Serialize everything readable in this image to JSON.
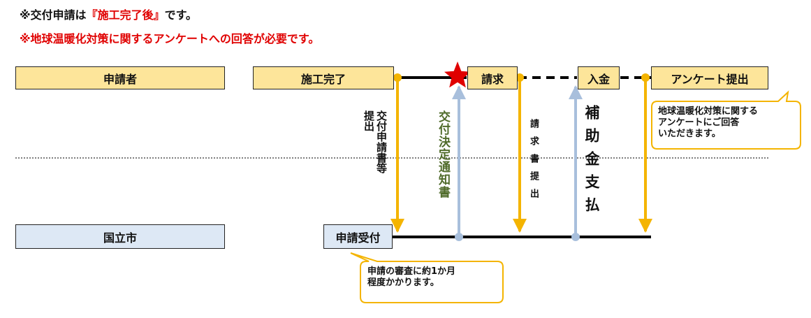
{
  "notes": {
    "note1_prefix": "※交付申請は",
    "note1_highlight": "『施工完了後』",
    "note1_suffix": "です。",
    "note2": "※地球温暖化対策に関するアンケートへの回答が必要です。"
  },
  "lanes": {
    "applicant": "申請者",
    "city": "国立市"
  },
  "steps": {
    "construction_complete": "施工完了",
    "invoice": "請求",
    "payment": "入金",
    "survey_submit": "アンケート提出",
    "application_received": "申請受付"
  },
  "arrows": {
    "submit_docs_col1": "交付",
    "submit_docs_col1_rest": "申請書等",
    "submit_docs_col2": "提出",
    "decision_notice": "交付決定通知書",
    "invoice_submit": "請求書提出",
    "subsidy_payment": "補助金支払"
  },
  "callouts": {
    "review": [
      "申請の審査に約1か月",
      "程度かかります。"
    ],
    "survey": [
      "地球温暖化対策に関する",
      "アンケートにご回答",
      "いただきます。"
    ]
  },
  "colors": {
    "lane_yellow": "#fde59a",
    "lane_blue": "#dde8f5",
    "arrow_yellow": "#f4b400",
    "arrow_blue": "#a8bfdc",
    "star_red": "#e00000",
    "decision_text_green": "#4f6b2a",
    "note_red": "#e00000"
  }
}
